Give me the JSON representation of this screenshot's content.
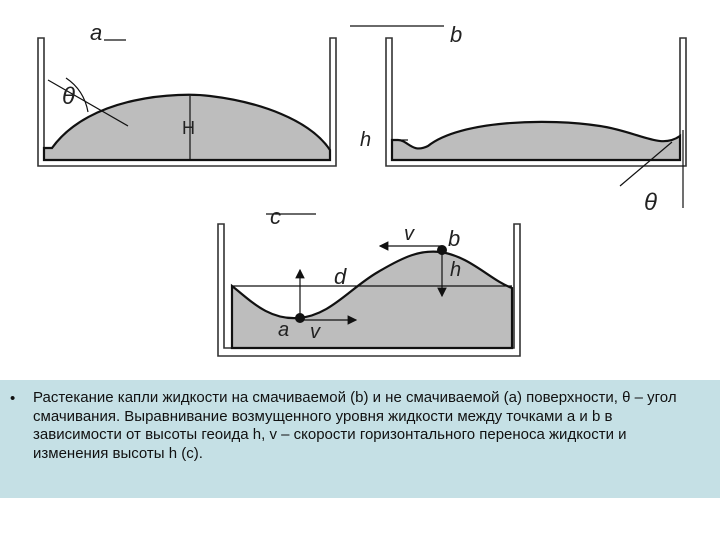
{
  "figure": {
    "panel_a": {
      "letter": "a",
      "theta": "θ",
      "height": "H"
    },
    "panel_b": {
      "letter": "b",
      "h": "h",
      "theta": "θ"
    },
    "panel_c": {
      "letter": "c",
      "v_top": "v",
      "point_b": "b",
      "h": "h",
      "d": "d",
      "point_a": "a",
      "v_bottom": "v"
    }
  },
  "caption": {
    "bullet": "•",
    "text": "Растекание капли жидкости на смачиваемой (b) и не смачиваемой (a) поверхности,  θ – угол смачивания. Выравнивание возмущенного уровня жидкости между точками a и b в зависимости от высоты геоида h, v – скорости горизонтального переноса жидкости и изменения высоты h (c)."
  },
  "colors": {
    "liquid": "#bdbdbd",
    "caption_bg": "#c5e0e5",
    "outline": "#111111"
  }
}
